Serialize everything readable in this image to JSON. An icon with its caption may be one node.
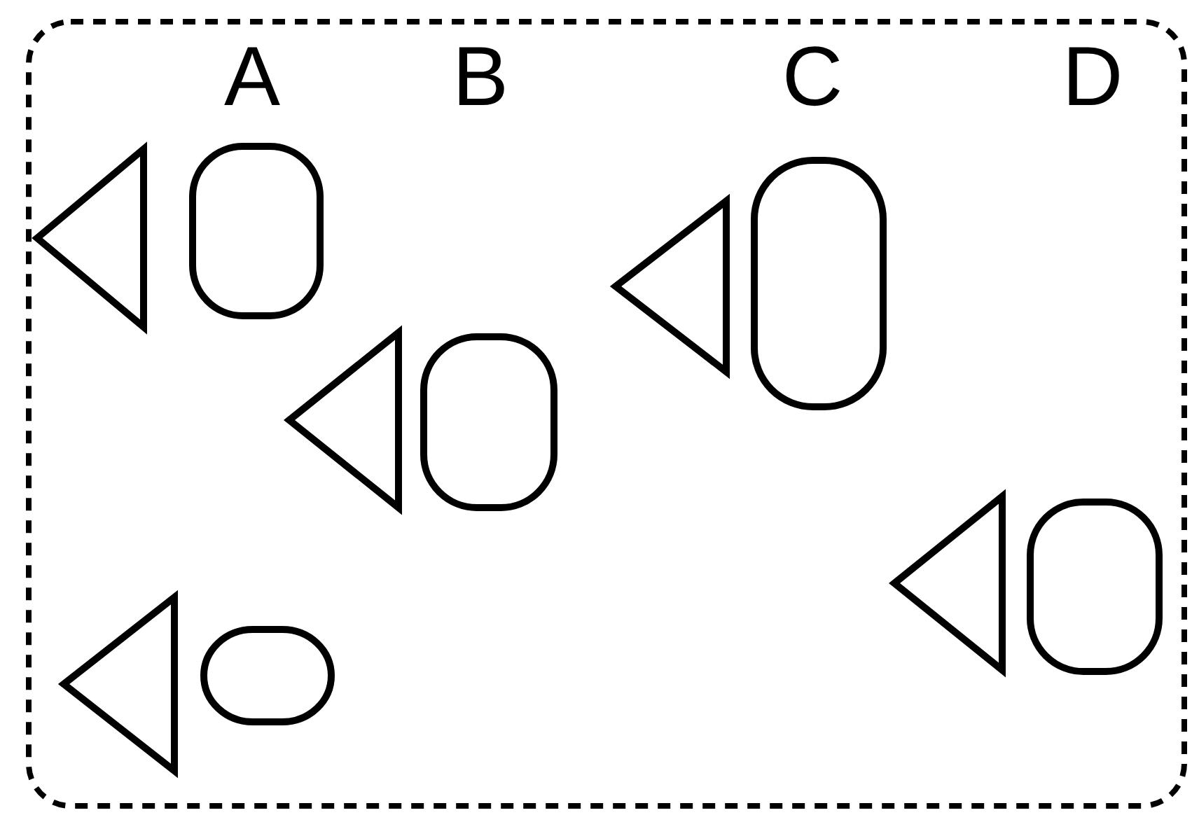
{
  "diagram": {
    "nodes": [
      {
        "text": [],
        "shape": "box"
      },
      {
        "text": [],
        "shape": "triangle",
        "in": 0
      },
      {
        "text": [],
        "shape": "box",
        "in": 0
      },
      {
        "text": [],
        "shape": "triangle",
        "in": 0
      },
      {
        "text": [],
        "shape": "box",
        "in": 0
      },
      {
        "text": [],
        "shape": "triangle",
        "in": 0
      },
      {
        "text": [],
        "shape": "box",
        "in": 0
      },
      {
        "text": [],
        "shape": "triangle",
        "in": 0
      },
      {
        "text": [],
        "shape": "box",
        "in": 0
      },
      {
        "text": [],
        "shape": "triangle",
        "in": 0
      },
      {
        "text": [],
        "shape": "box",
        "in": 0
      }
    ],
    "labels": [
      "A",
      "B",
      "C",
      "D"
    ]
  }
}
